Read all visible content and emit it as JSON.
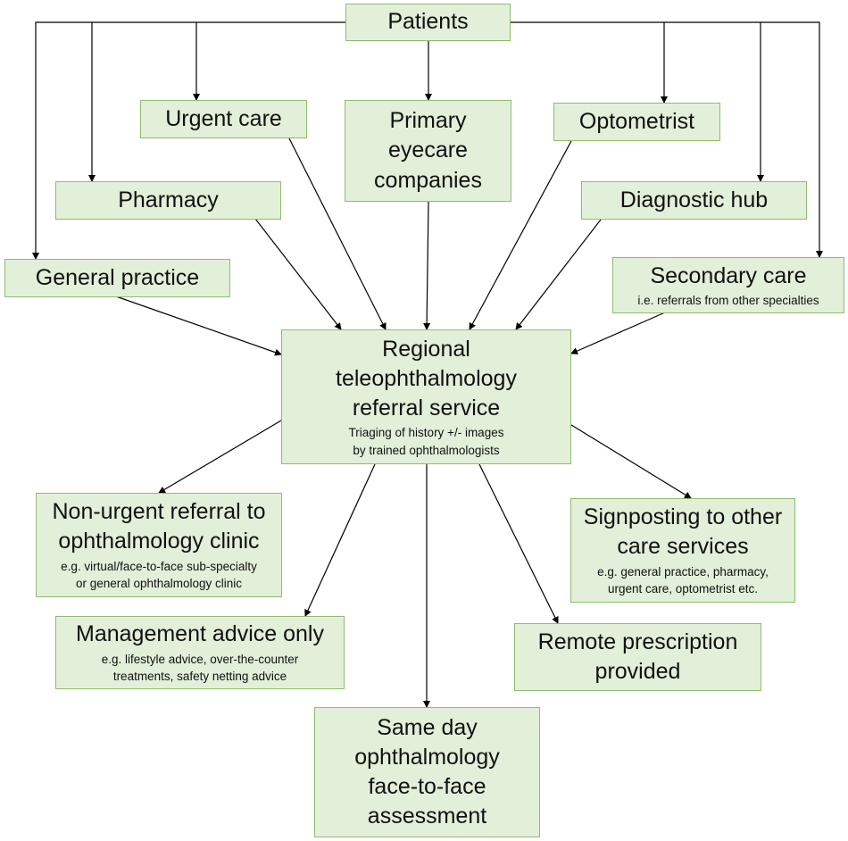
{
  "colors": {
    "box_fill": "#e2efd9",
    "box_border": "#8fbc6f",
    "arrow": "#000000"
  },
  "nodes": {
    "patients": {
      "title": "Patients"
    },
    "urgent_care": {
      "title": "Urgent care"
    },
    "primary_eyecare": {
      "title": "Primary\neyecare\ncompanies"
    },
    "optometrist": {
      "title": "Optometrist"
    },
    "pharmacy": {
      "title": "Pharmacy"
    },
    "diagnostic_hub": {
      "title": "Diagnostic hub"
    },
    "general_practice": {
      "title": "General practice"
    },
    "secondary_care": {
      "title": "Secondary care",
      "subtitle": "i.e. referrals from other specialties"
    },
    "regional_service": {
      "title": "Regional\nteleophthalmology\nreferral service",
      "subtitle": "Triaging of history +/- images\nby trained ophthalmologists"
    },
    "non_urgent_referral": {
      "title": "Non-urgent referral to\nophthalmology clinic",
      "subtitle": "e.g. virtual/face-to-face sub-specialty\nor general ophthalmology clinic"
    },
    "signposting": {
      "title": "Signposting to other\ncare services",
      "subtitle": "e.g. general practice, pharmacy,\nurgent care, optometrist etc."
    },
    "management_advice": {
      "title": "Management advice only",
      "subtitle": "e.g. lifestyle advice, over-the-counter\ntreatments, safety netting advice"
    },
    "remote_prescription": {
      "title": "Remote prescription\nprovided"
    },
    "same_day": {
      "title": "Same day\nophthalmology\nface-to-face\nassessment"
    }
  }
}
